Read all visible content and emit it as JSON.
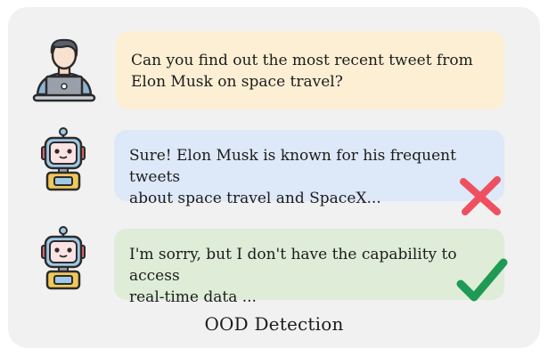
{
  "dialogue": {
    "user_message": {
      "line1": "Can you find out the most recent tweet from",
      "line2": "Elon Musk on space travel?"
    },
    "wrong_response": {
      "line1": "Sure! Elon Musk is known for his frequent tweets",
      "line2": "about space travel and SpaceX..."
    },
    "correct_response": {
      "line1": "I'm sorry, but I don't have the capability to access",
      "line2": "real-time data ..."
    }
  },
  "caption": "OOD Detection",
  "icons": {
    "user": "user-at-laptop-icon",
    "robot": "robot-icon",
    "wrong": "red-cross-icon",
    "right": "green-checkmark-icon"
  },
  "colors": {
    "user_bubble": "#fcefd4",
    "wrong_bubble": "#dde8f8",
    "right_bubble": "#deecd8",
    "cross": "#ef5060",
    "check": "#1f9a55"
  }
}
